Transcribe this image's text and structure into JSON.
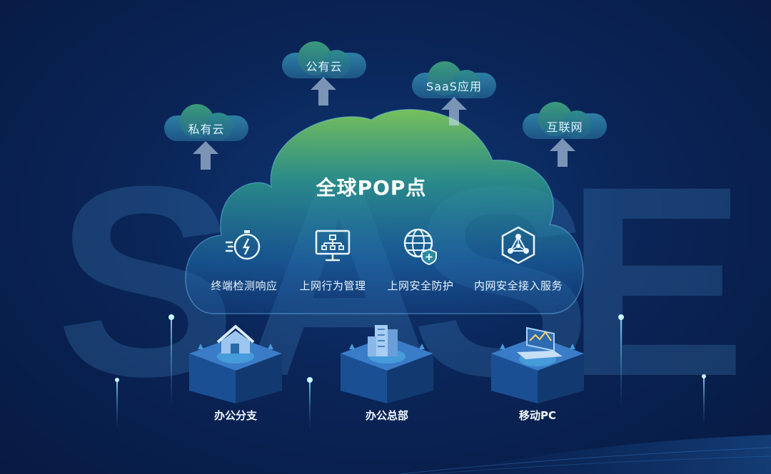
{
  "background_letters": [
    "S",
    "A",
    "S",
    "E"
  ],
  "top_clouds": [
    {
      "label": "私有云",
      "icon": "cloud-icon"
    },
    {
      "label": "公有云",
      "icon": "cloud-icon"
    },
    {
      "label": "SaaS应用",
      "icon": "cloud-icon"
    },
    {
      "label": "互联网",
      "icon": "cloud-icon"
    }
  ],
  "main_cloud": {
    "title": "全球POP点",
    "features": [
      {
        "label": "终端检测响应",
        "icon": "speed-timer-icon"
      },
      {
        "label": "上网行为管理",
        "icon": "monitor-network-icon"
      },
      {
        "label": "上网安全防护",
        "icon": "globe-shield-icon"
      },
      {
        "label": "内网安全接入服务",
        "icon": "hexagon-network-icon"
      }
    ]
  },
  "nodes": [
    {
      "label": "办公分支",
      "icon": "house-icon"
    },
    {
      "label": "办公总部",
      "icon": "building-icon"
    },
    {
      "label": "移动PC",
      "icon": "laptop-icon"
    }
  ],
  "colors": {
    "background": "#0a2558",
    "cloud_green": "#6cc46a",
    "cloud_blue": "#2a78b8",
    "accent_cyan": "#5fd6ff"
  }
}
